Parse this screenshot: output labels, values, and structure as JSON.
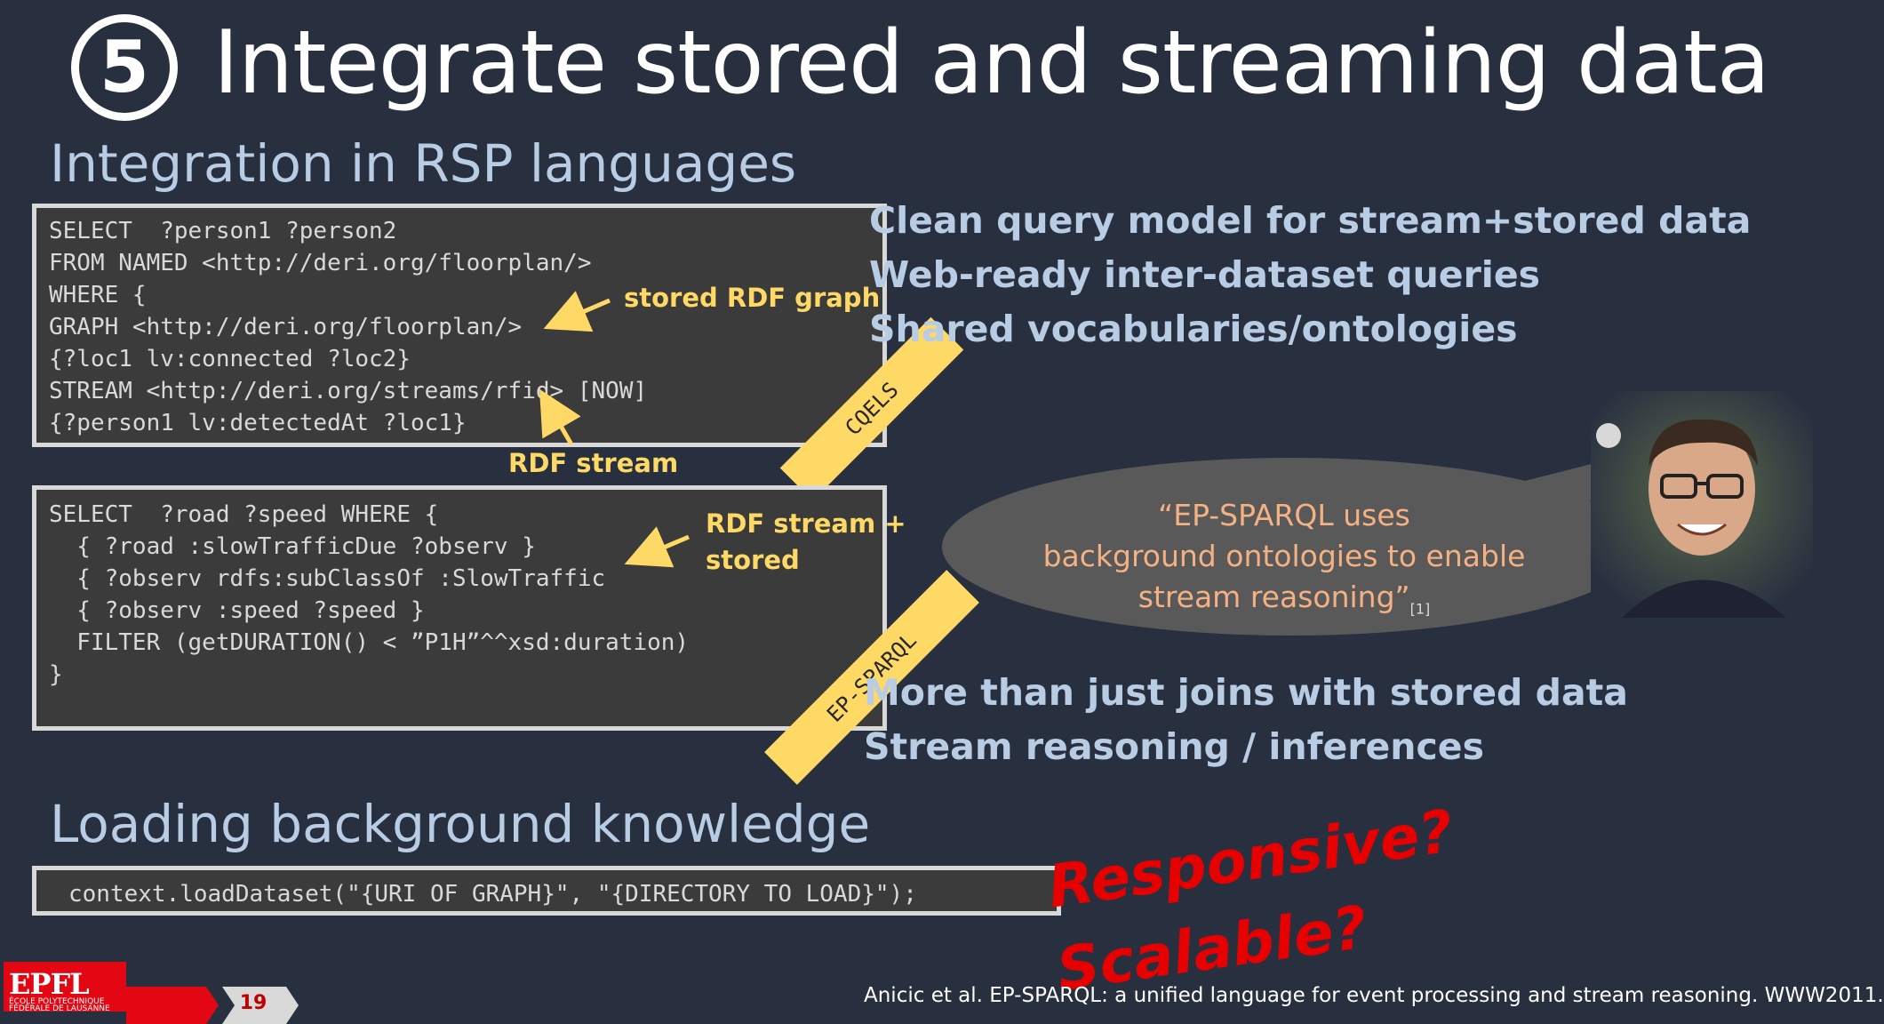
{
  "slide": {
    "number_icon": "5",
    "title": "Integrate stored and streaming data",
    "section1_heading": "Integration in RSP languages",
    "section2_heading": "Loading background knowledge"
  },
  "cqels": {
    "code_lines": [
      "SELECT  ?person1 ?person2",
      "FROM NAMED <http://deri.org/floorplan/>",
      "WHERE {",
      "GRAPH <http://deri.org/floorplan/>",
      "{?loc1 lv:connected ?loc2}",
      "STREAM <http://deri.org/streams/rfid> [NOW]",
      "{?person1 lv:detectedAt ?loc1}"
    ],
    "tag": "CQELS",
    "annotation_stored": "stored RDF graph",
    "annotation_stream": "RDF stream"
  },
  "epsparql": {
    "code_lines": [
      "SELECT  ?road ?speed WHERE {",
      "  { ?road :slowTrafficDue ?observ }",
      "  { ?observ rdfs:subClassOf :SlowTraffic",
      "  { ?observ :speed ?speed }",
      "  FILTER (getDURATION() < ”P1H”^^xsd:duration)",
      "}"
    ],
    "tag": "EP-SPARQL",
    "annotation_line1": "RDF stream +",
    "annotation_line2": "stored"
  },
  "bullets_top": [
    "Clean query model for stream+stored data",
    "Web-ready inter-dataset queries",
    "Shared vocabularies/ontologies"
  ],
  "bullets_bottom": [
    "More than just joins with stored data",
    "Stream reasoning / inferences"
  ],
  "quote": {
    "line1": "“EP-SPARQL uses",
    "line2": "background ontologies to enable",
    "line3": "stream reasoning”",
    "ref": "[1]"
  },
  "load_code": "context.loadDataset(\"{URI OF GRAPH}\", \"{DIRECTORY TO LOAD}\");",
  "red_questions": [
    "Responsive?",
    "Scalable?"
  ],
  "citation": "Anicic et al. EP-SPARQL: a unified language for event processing and stream reasoning. WWW2011.",
  "footer": {
    "logo_text": "EPFL",
    "logo_line1": "ÉCOLE POLYTECHNIQUE",
    "logo_line2": "FÉDÉRALE DE LAUSANNE",
    "page_number": "19"
  },
  "colors": {
    "background": "#283040",
    "heading": "#b8cce4",
    "annotation": "#ffd966",
    "quote": "#f4b183",
    "question": "#e60000"
  }
}
